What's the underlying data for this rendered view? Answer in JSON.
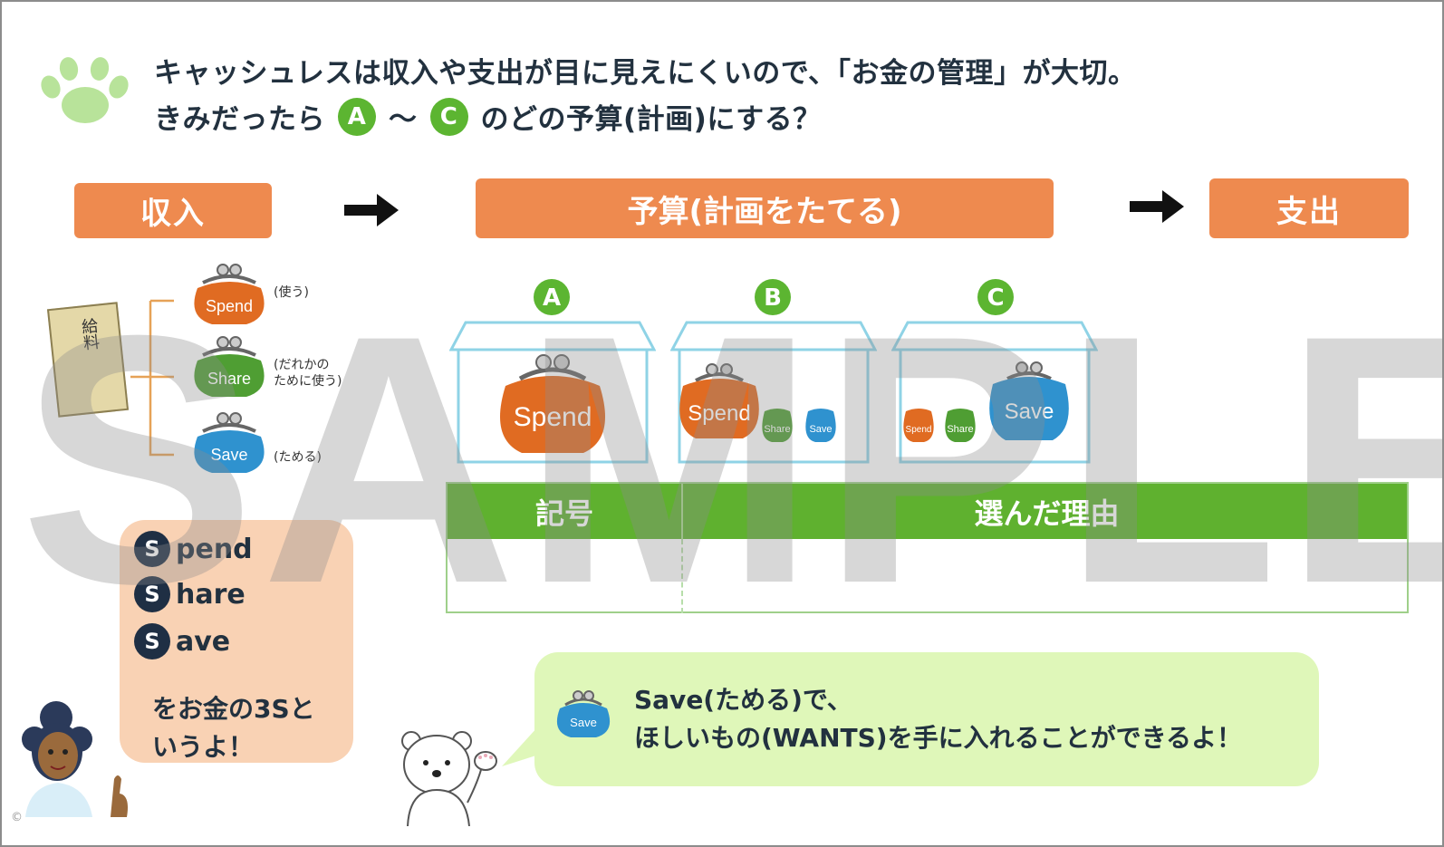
{
  "question": {
    "line1": "キャッシュレスは収入や支出が目に見えにくいので、「お金の管理」が大切。",
    "line2_prefix": "きみだったら",
    "line2_option_a": "A",
    "line2_tilde": "〜",
    "line2_option_c": "C",
    "line2_suffix": "のどの予算(計画)にする？"
  },
  "flow": {
    "income": "収入",
    "budget": "予算(計画をたてる)",
    "spending": "支出"
  },
  "salary": {
    "label": "給料",
    "purses": [
      {
        "word": "Spend",
        "note": "(使う)",
        "color": "#e06b22"
      },
      {
        "word": "Share",
        "note": "(だれかの\nために使う)",
        "color": "#4f9e33"
      },
      {
        "word": "Save",
        "note": "(ためる)",
        "color": "#2f92cf"
      }
    ]
  },
  "options": [
    {
      "letter": "A",
      "purses": [
        "Spend"
      ]
    },
    {
      "letter": "B",
      "purses": [
        "Spend",
        "Share",
        "Save"
      ]
    },
    {
      "letter": "C",
      "purses": [
        "Spend",
        "Share",
        "Save"
      ]
    }
  ],
  "answer_table": {
    "col1": "記号",
    "col2": "選んだ理由"
  },
  "watermark": "SAMPLE",
  "three_s": {
    "letter": "S",
    "words": [
      "pend",
      "hare",
      "ave"
    ],
    "tail_line1": "をお金の3Sと",
    "tail_line2": "いうよ！"
  },
  "save_message": {
    "purse_word": "Save",
    "line1": "Save(ためる)で、",
    "line2": "ほしいもの(WANTS)を手に入れることができるよ！"
  },
  "copyright": "©"
}
